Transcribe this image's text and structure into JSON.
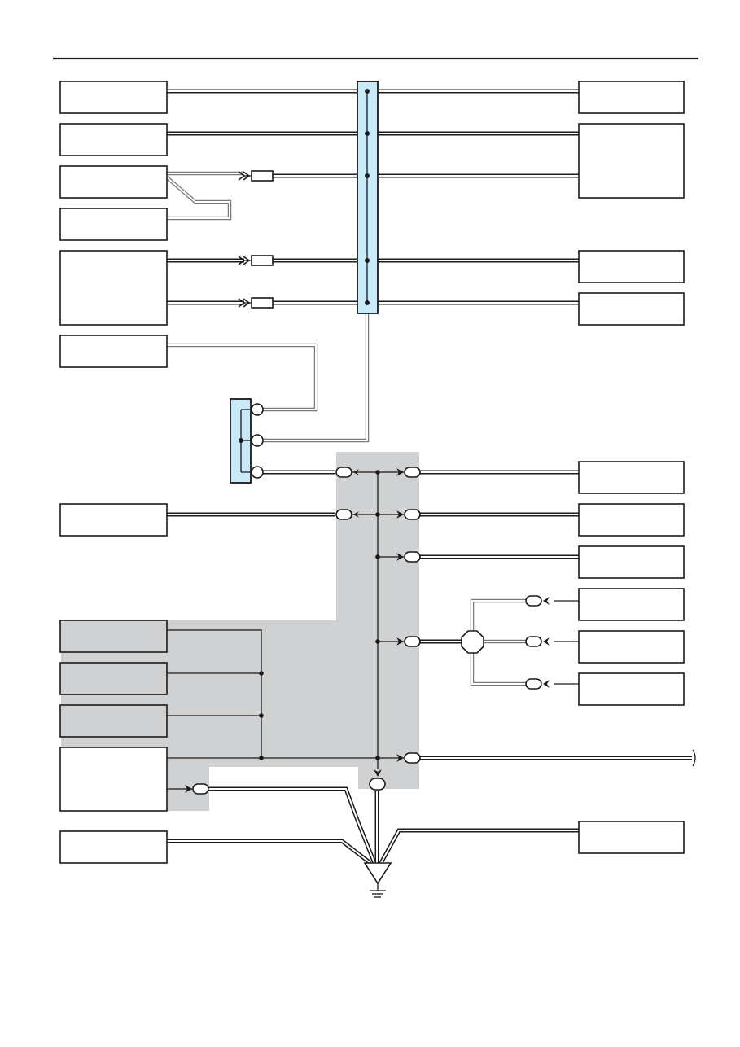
{
  "diagram": {
    "kind": "wiring-schematic",
    "labels_visible": false,
    "colors": {
      "junction_block": "#c8e9f7",
      "shaded_region": "#d0d1d3",
      "wire": "#1a1a1a",
      "paper": "#ffffff"
    },
    "left_components": [
      {
        "id": "L1",
        "shaded": false
      },
      {
        "id": "L2",
        "shaded": false
      },
      {
        "id": "L3",
        "shaded": false
      },
      {
        "id": "L4",
        "shaded": false
      },
      {
        "id": "L5",
        "shaded": false
      },
      {
        "id": "L6",
        "shaded": false
      },
      {
        "id": "L7",
        "shaded": false
      },
      {
        "id": "L8",
        "shaded": true
      },
      {
        "id": "L9",
        "shaded": true
      },
      {
        "id": "L10",
        "shaded": true
      },
      {
        "id": "L11",
        "shaded": false
      },
      {
        "id": "L12",
        "shaded": false
      }
    ],
    "right_components": [
      {
        "id": "R1"
      },
      {
        "id": "R2"
      },
      {
        "id": "R3"
      },
      {
        "id": "R4"
      },
      {
        "id": "R5"
      },
      {
        "id": "R6"
      },
      {
        "id": "R7"
      },
      {
        "id": "R8"
      },
      {
        "id": "R9"
      },
      {
        "id": "R10"
      },
      {
        "id": "R11"
      }
    ],
    "junction_blocks": [
      {
        "id": "J1",
        "ports": 5
      },
      {
        "id": "J2",
        "ports": 3
      }
    ],
    "ground_symbol": "ground-icon",
    "splice_symbol": "octagon-splice-icon",
    "continuation_symbol": "wire-break-icon"
  }
}
